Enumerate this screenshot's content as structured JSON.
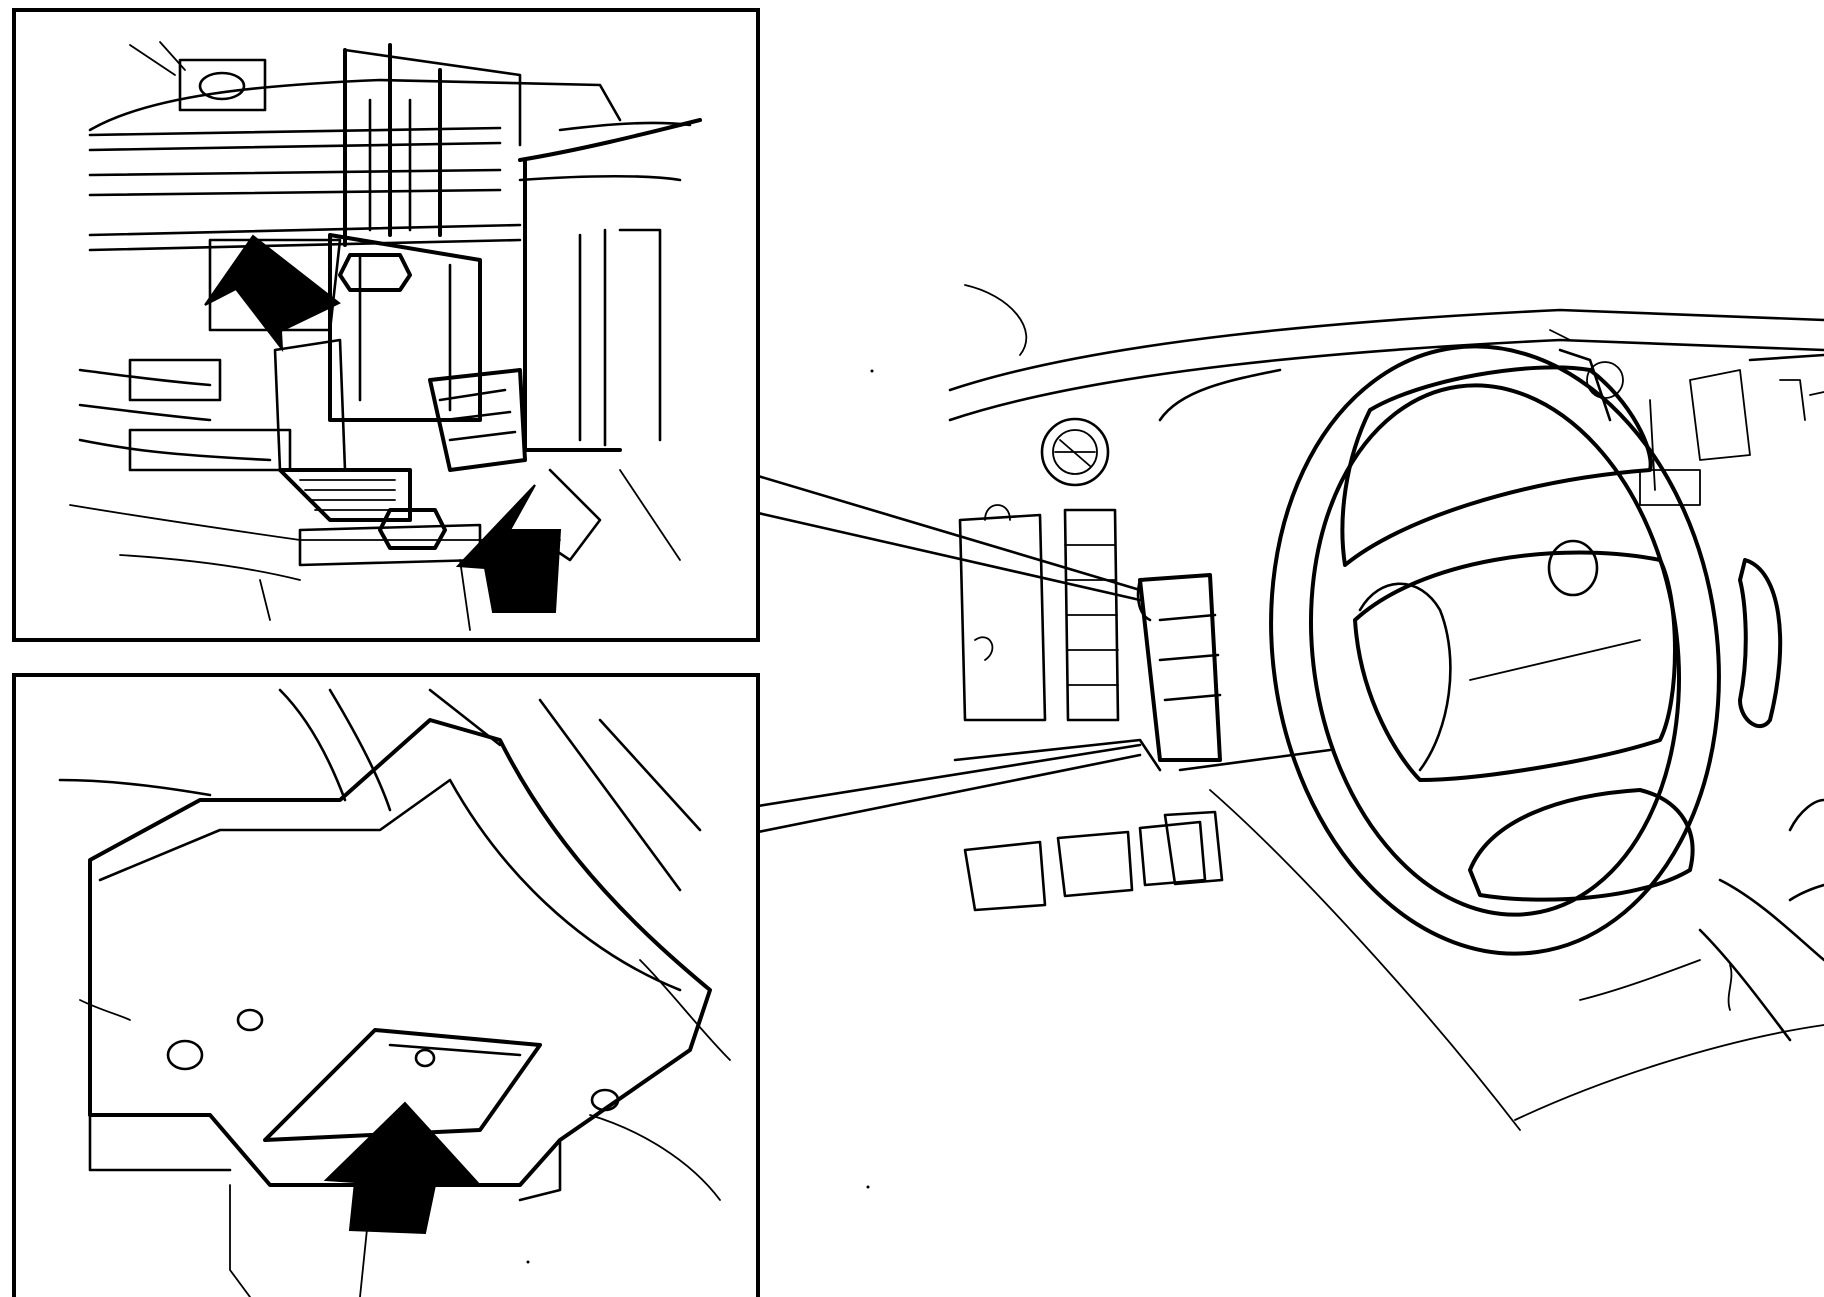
{
  "figure": {
    "kind": "technical line illustration",
    "views": [
      "detail-view-top",
      "detail-view-bottom",
      "overview-dashboard"
    ],
    "arrows": {
      "top_detail": 2,
      "bottom_detail": 1
    },
    "colors": {
      "ink": "#000000",
      "paper": "#ffffff"
    }
  }
}
